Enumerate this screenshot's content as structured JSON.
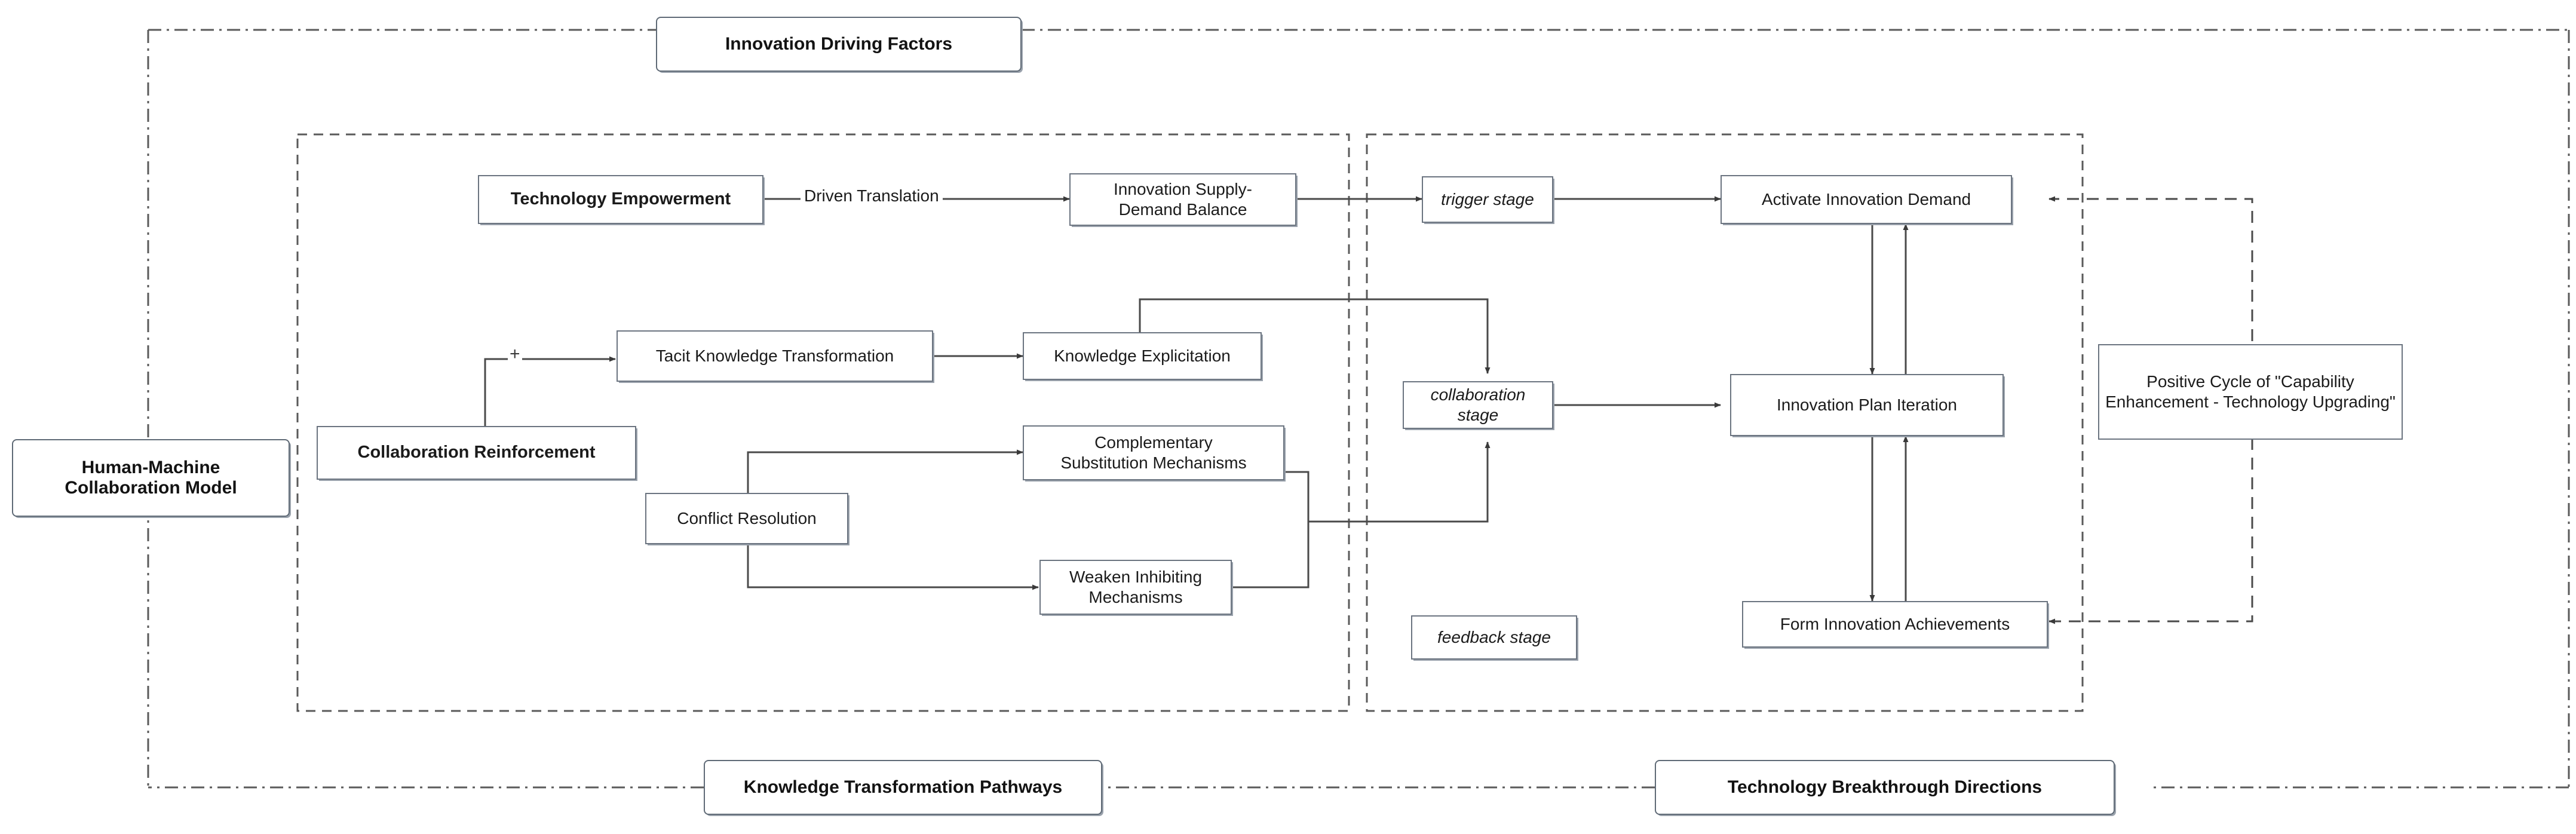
{
  "diagram": {
    "title_banner": "Innovation Driving Factors",
    "left_anchor": "Human-Machine\nCollaboration Model",
    "bottom_left_banner": "Knowledge Transformation Pathways",
    "bottom_right_banner": "Technology Breakthrough Directions",
    "side_box": "Positive Cycle of \"Capability Enhancement - Technology Upgrading\""
  },
  "nodes": {
    "technology_empowerment": "Technology Empowerment",
    "innovation_supply_demand_balance": "Innovation Supply-\nDemand Balance",
    "collaboration_reinforcement": "Collaboration Reinforcement",
    "tacit_knowledge_transformation": "Tacit Knowledge Transformation",
    "knowledge_explicitation": "Knowledge Explicitation",
    "conflict_resolution": "Conflict Resolution",
    "complementary_substitution_mechanisms": "Complementary\nSubstitution Mechanisms",
    "weaken_inhibiting_mechanisms": "Weaken Inhibiting\nMechanisms",
    "trigger_stage": "trigger stage",
    "collaboration_stage": "collaboration stage",
    "feedback_stage": "feedback stage",
    "activate_innovation_demand": "Activate Innovation Demand",
    "innovation_plan_iteration": "Innovation Plan Iteration",
    "form_innovation_achievements": "Form Innovation Achievements"
  },
  "edges": {
    "driven_translation": "Driven Translation",
    "positive_marker": "+"
  },
  "colors": {
    "node_border": "#6b7480",
    "group_border": "#5a5a5a",
    "wire": "#4a4a4a",
    "text": "#1b1b1b",
    "background": "#ffffff"
  }
}
